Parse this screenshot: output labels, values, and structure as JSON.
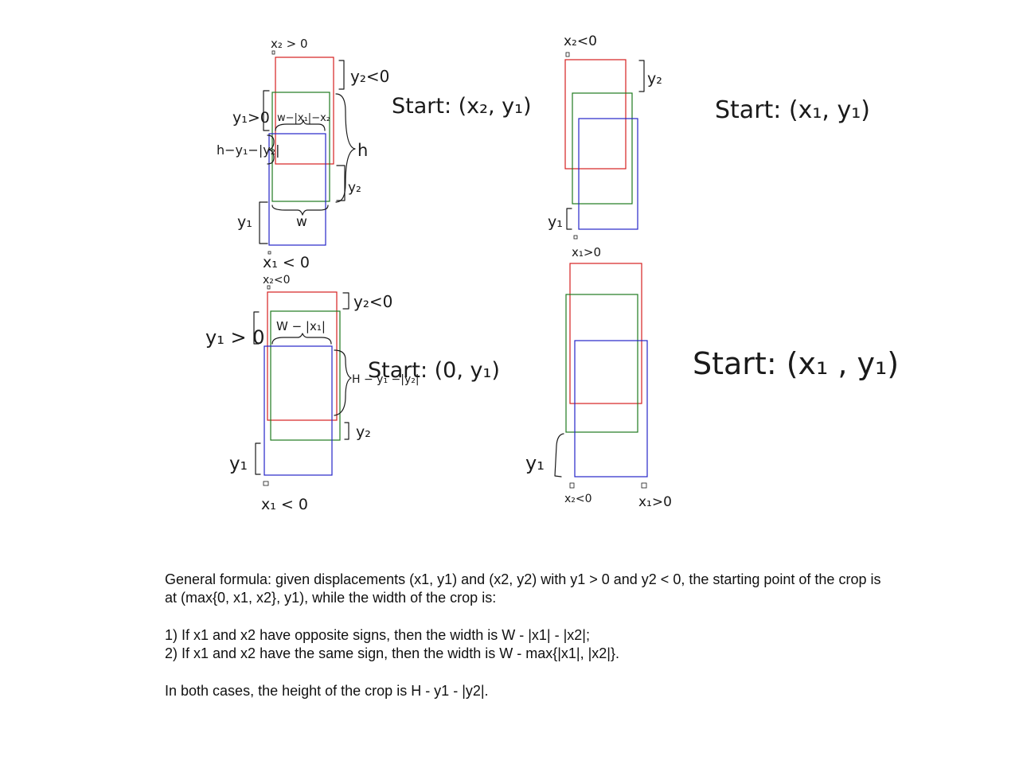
{
  "colors": {
    "red": "#d62020",
    "green": "#1e7a1e",
    "blue": "#2424c8",
    "ink": "#1a1a1a"
  },
  "diagram1": {
    "x2": "x₂ > 0",
    "y2_top": "y₂<0",
    "start": "Start: (x₂, y₁)",
    "y1_left": "y₁>0",
    "width_expr": "w−|x₁|−x₂",
    "height_expr": "h−y₁−|y₂|",
    "h": "h",
    "y2_right": "y₂",
    "y1_bottom": "y₁",
    "w": "w",
    "x1": "x₁ < 0"
  },
  "diagram2": {
    "x2": "x₂<0",
    "y2": "y₂",
    "start": "Start: (x₁, y₁)",
    "y1": "y₁",
    "x1": "x₁>0"
  },
  "diagram3": {
    "x2": "x₂<0",
    "y2_top": "y₂<0",
    "y1_left": "y₁ > 0",
    "width_expr": "W − |x₁|",
    "start": "Start: (0, y₁)",
    "height_expr": "H − y₁ −|y₂|",
    "y2_bottom": "y₂",
    "y1_bottom": "y₁",
    "x1": "x₁ < 0"
  },
  "diagram4": {
    "start": "Start: (x₁ , y₁)",
    "y1": "y₁",
    "x2": "x₂<0",
    "x1": "x₁>0"
  },
  "explanation": {
    "line1": "General formula: given displacements (x1, y1) and (x2, y2) with y1 > 0 and y2 < 0, the starting point of the crop is at (max{0, x1, x2}, y1), while the width of the crop is:",
    "line2": "1) If x1 and x2 have opposite signs, then the width is W - |x1| - |x2|;",
    "line3": "2) If x1 and x2 have the same sign, then the width is W - max{|x1|, |x2|}.",
    "line4": "In both cases, the height of the crop is H - y1 - |y2|."
  }
}
